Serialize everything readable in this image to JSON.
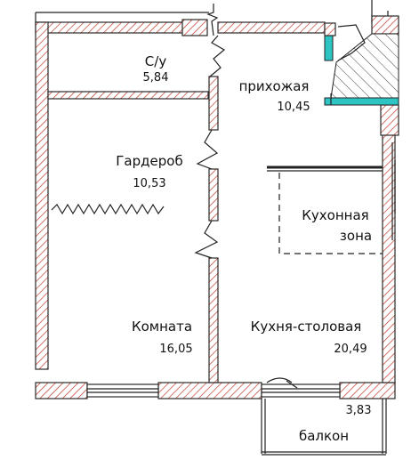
{
  "rooms": {
    "wc": {
      "name": "С/у",
      "area": "5,84"
    },
    "hall": {
      "name": "прихожая",
      "area": "10,45"
    },
    "wardrobe": {
      "name": "Гардероб",
      "area": "10,53"
    },
    "kitchen_zone": {
      "line1": "Кухонная",
      "line2": "зона"
    },
    "room": {
      "name": "Комната",
      "area": "16,05"
    },
    "kitchen_dining": {
      "name": "Кухня-столовая",
      "area": "20,49"
    },
    "balcony": {
      "name": "балкон",
      "area": "3,83"
    }
  },
  "colors": {
    "wall_hatch": "#c0392b",
    "window_glass": "#2ec4c4",
    "line": "#222222"
  }
}
